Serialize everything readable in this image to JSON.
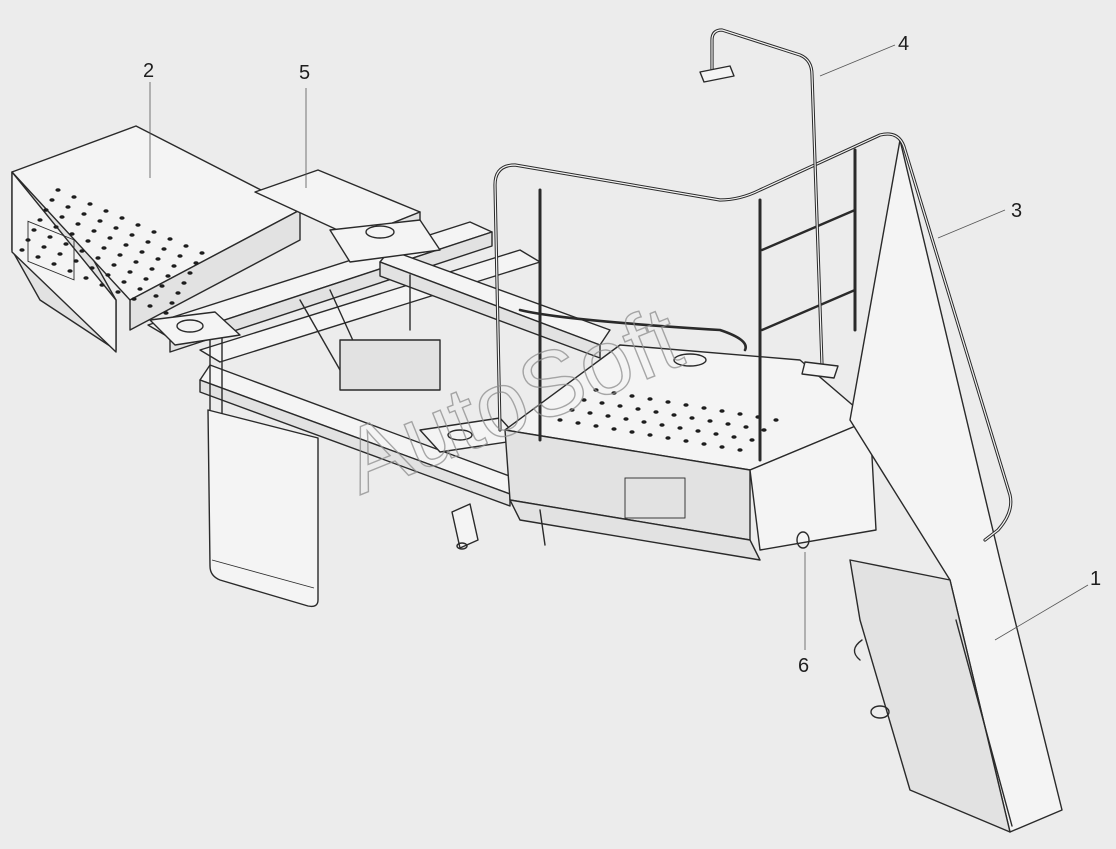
{
  "callouts": [
    {
      "id": "1",
      "label": "1"
    },
    {
      "id": "2",
      "label": "2"
    },
    {
      "id": "3",
      "label": "3"
    },
    {
      "id": "4",
      "label": "4"
    },
    {
      "id": "5",
      "label": "5"
    },
    {
      "id": "6",
      "label": "6"
    }
  ],
  "watermark": {
    "text": "AutoSoft"
  },
  "colors": {
    "background": "#ececec",
    "line": "#2a2a2a",
    "fill": "#f4f4f4"
  }
}
